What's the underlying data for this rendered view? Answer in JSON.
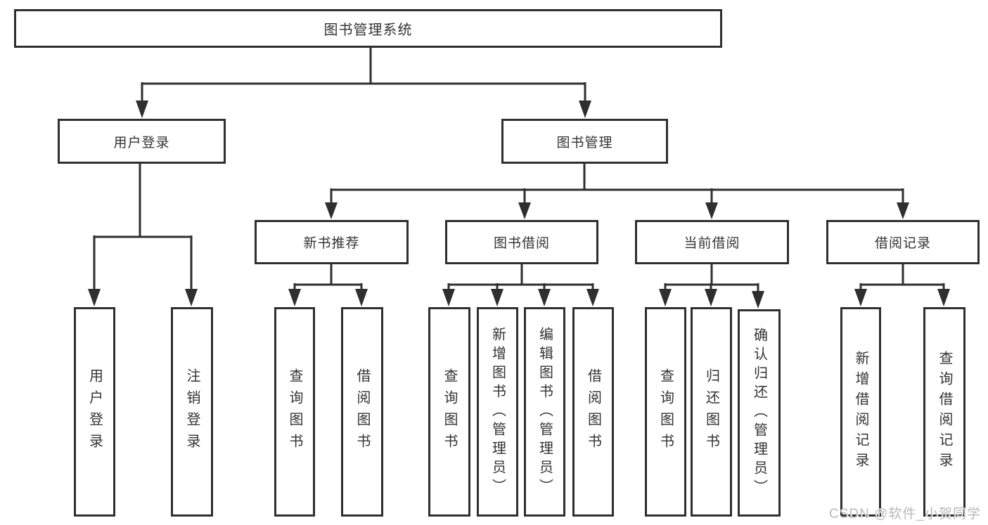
{
  "tree": {
    "root": {
      "label": "图书管理系统"
    },
    "level1": [
      {
        "label": "用户登录"
      },
      {
        "label": "图书管理"
      }
    ],
    "level2": [
      {
        "label": "新书推荐"
      },
      {
        "label": "图书借阅"
      },
      {
        "label": "当前借阅"
      },
      {
        "label": "借阅记录"
      }
    ],
    "leaves": [
      {
        "label": "用户登录"
      },
      {
        "label": "注销登录"
      },
      {
        "label": "查询图书"
      },
      {
        "label": "借阅图书"
      },
      {
        "label": "查询图书"
      },
      {
        "label": "新增图书（管理员）"
      },
      {
        "label": "编辑图书（管理员）"
      },
      {
        "label": "借阅图书"
      },
      {
        "label": "查询图书"
      },
      {
        "label": "归还图书"
      },
      {
        "label": "确认归还（管理员）"
      },
      {
        "label": "新增借阅记录"
      },
      {
        "label": "查询借阅记录"
      }
    ]
  },
  "watermark": {
    "text": "CSDN @软件_小贺同学"
  },
  "colors": {
    "line": "#2f2f2f",
    "text": "#333333",
    "background": "#ffffff",
    "watermark": "#b9b9b9"
  }
}
